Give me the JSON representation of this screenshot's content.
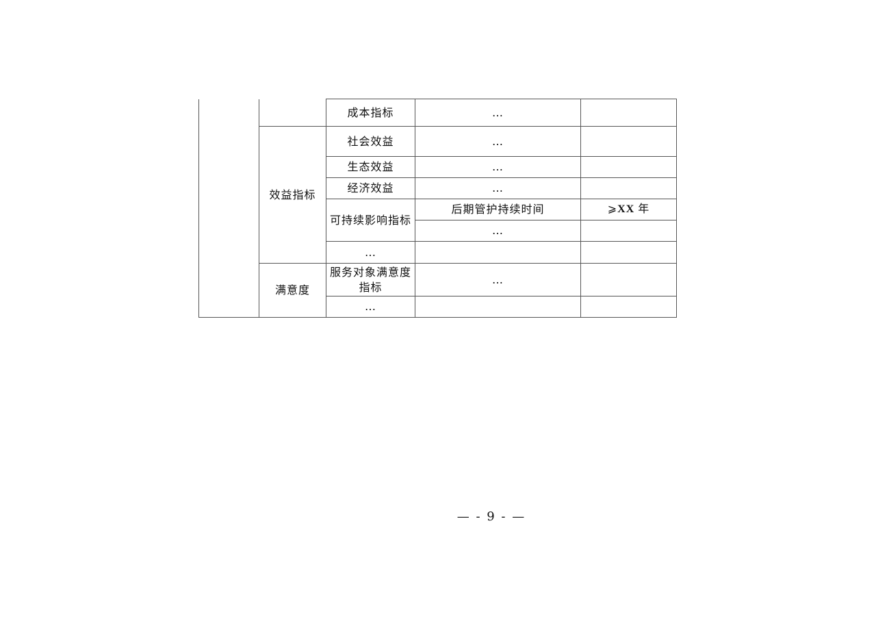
{
  "table": {
    "rows": {
      "cost": {
        "indicator": "成本指标",
        "content": "…"
      },
      "benefit": {
        "category": "效益指标",
        "social": {
          "indicator": "社会效益",
          "content": "…"
        },
        "ecological": {
          "indicator": "生态效益",
          "content": "…"
        },
        "economic": {
          "indicator": "经济效益",
          "content": "…"
        },
        "sustainable": {
          "indicator": "可持续影响指标",
          "item1_content": "后期管护持续时间",
          "item1_target_symbol": "⩾",
          "item1_target_value": "XX",
          "item1_target_unit": " 年",
          "item2_content": "…"
        },
        "more": {
          "indicator": "…"
        }
      },
      "satisfaction": {
        "category": "满意度",
        "service": {
          "indicator": "服务对象满意度指标",
          "content": "…"
        },
        "more": {
          "indicator": "…"
        }
      }
    }
  },
  "footer": {
    "page_number": "— - 9 - —"
  }
}
